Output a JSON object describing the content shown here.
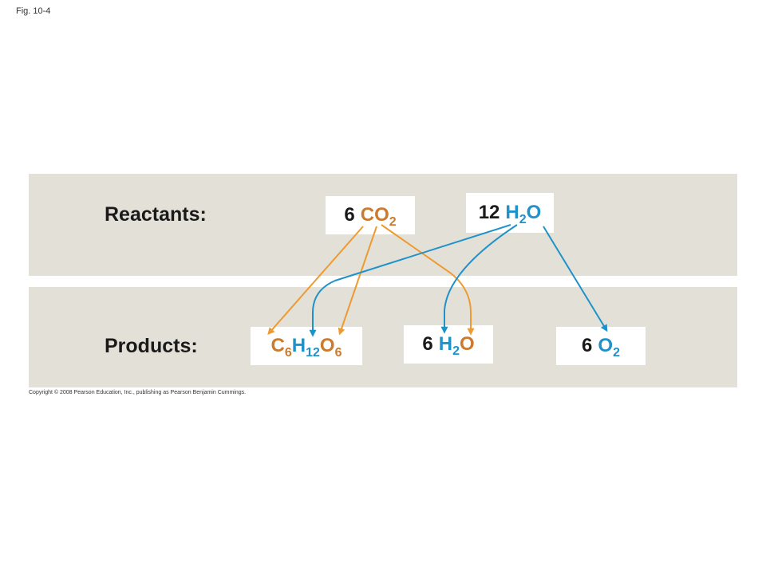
{
  "figure_label": "Fig. 10-4",
  "colors": {
    "band": "#e3e0d8",
    "carbon_dioxide_orange": "#cc7a2e",
    "arrow_orange": "#ee9a30",
    "water_blue": "#1f92c9"
  },
  "reactants": {
    "label": "Reactants:",
    "co2": {
      "coefficient": "6",
      "formula": [
        "C",
        "O",
        "2"
      ]
    },
    "h2o": {
      "coefficient": "12",
      "formula": [
        "H",
        "2",
        "O"
      ]
    }
  },
  "products": {
    "label": "Products:",
    "glucose": {
      "formula": [
        "C",
        "6",
        "H",
        "12",
        "O",
        "6"
      ]
    },
    "water": {
      "coefficient": "6",
      "formula": [
        "H",
        "2",
        "O"
      ]
    },
    "oxygen": {
      "coefficient": "6",
      "formula": [
        "O",
        "2"
      ]
    }
  },
  "copyright": "Copyright © 2008 Pearson Education, Inc., publishing as Pearson Benjamin Cummings."
}
